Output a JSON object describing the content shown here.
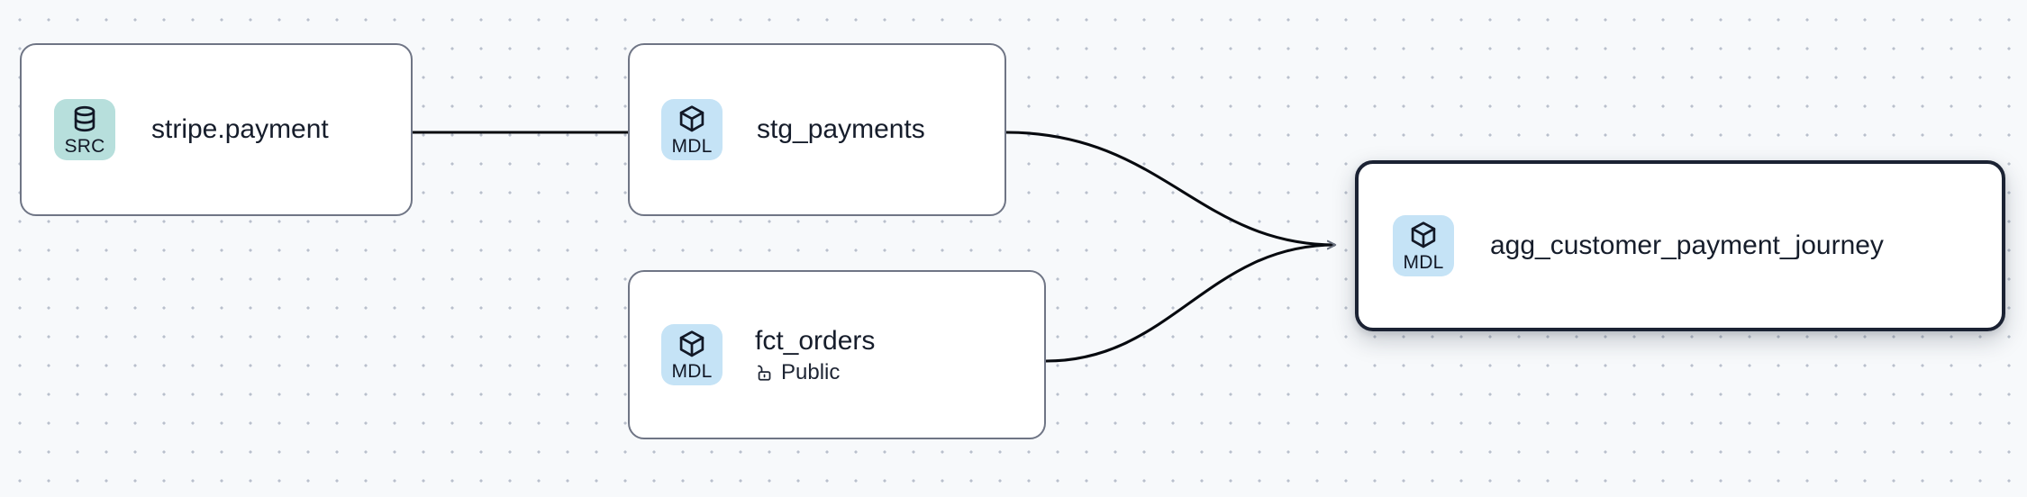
{
  "graph": {
    "type": "lineage-dag",
    "background": "#f7f9fb",
    "grid": "dot-grid",
    "nodes": [
      {
        "id": "stripe-payment",
        "title": "stripe.payment",
        "badge_label": "SRC",
        "badge_icon": "database-icon",
        "badge_color": "#b7dfdc",
        "subtitle": null,
        "selected": false
      },
      {
        "id": "stg-payments",
        "title": "stg_payments",
        "badge_label": "MDL",
        "badge_icon": "cube-icon",
        "badge_color": "#c5e3f6",
        "subtitle": null,
        "selected": false
      },
      {
        "id": "fct-orders",
        "title": "fct_orders",
        "badge_label": "MDL",
        "badge_icon": "cube-icon",
        "badge_color": "#c5e3f6",
        "subtitle": "Public",
        "subtitle_icon": "unlock-icon",
        "selected": false
      },
      {
        "id": "agg-customer-payment-journey",
        "title": "agg_customer_payment_journey",
        "badge_label": "MDL",
        "badge_icon": "cube-icon",
        "badge_color": "#c5e3f6",
        "subtitle": null,
        "selected": true
      }
    ],
    "edges": [
      {
        "id": "e1",
        "from": "stripe-payment",
        "to": "stg-payments",
        "shape": "straight"
      },
      {
        "id": "e2",
        "from": "stg-payments",
        "to": "agg-customer-payment-journey",
        "shape": "bezier"
      },
      {
        "id": "e3",
        "from": "fct-orders",
        "to": "agg-customer-payment-journey",
        "shape": "bezier"
      }
    ],
    "edge_color": "#070a0f",
    "arrow_color": "#6b7280"
  }
}
